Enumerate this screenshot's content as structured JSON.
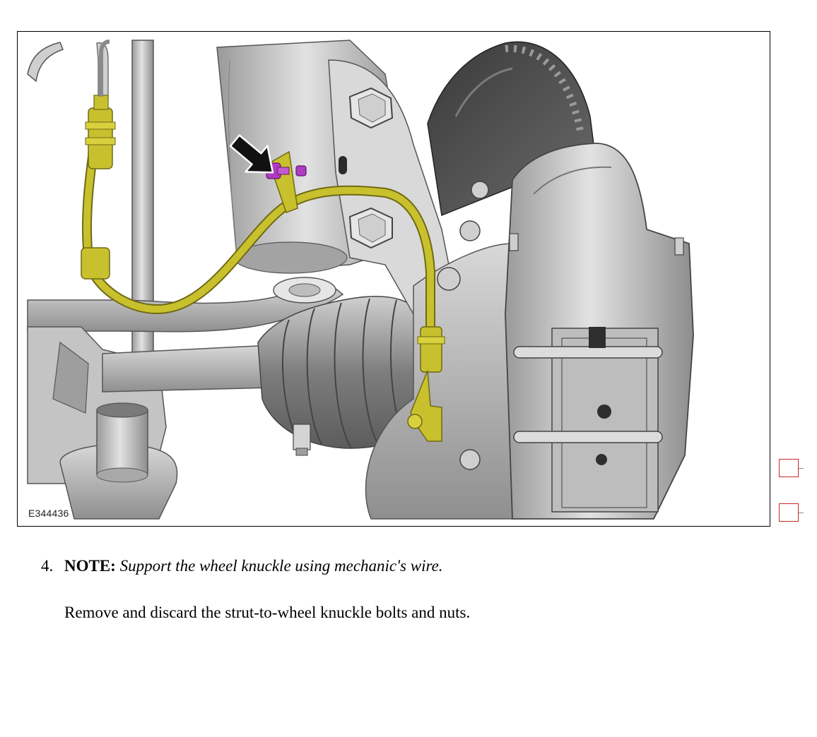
{
  "figure": {
    "id_label": "E344436",
    "icons": [
      "arrow-icon",
      "bolt-icon"
    ],
    "colors": {
      "brake_hose": "#c9c02e",
      "bolts": "#b03ac4",
      "parts": "#bdbdbd",
      "arrow": "#111111"
    }
  },
  "checkboxes": {
    "colors": {
      "border": "#c62828"
    }
  },
  "step": {
    "number": "4.",
    "note_label": "NOTE:",
    "note_text": "Support the wheel knuckle using mechanic's wire.",
    "instruction": "Remove and discard the strut-to-wheel knuckle bolts and nuts."
  }
}
